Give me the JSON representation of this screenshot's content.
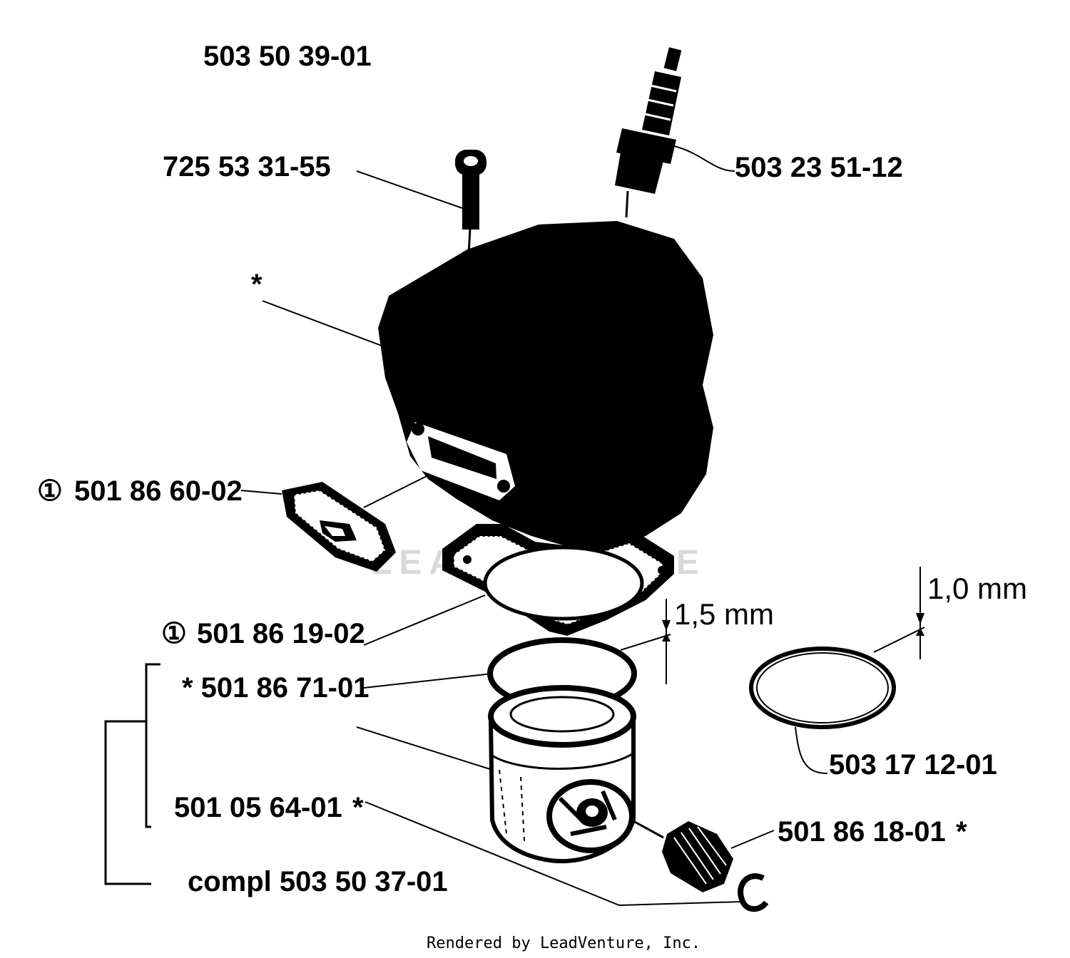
{
  "diagram": {
    "labels": {
      "assembly": "503 50 39-01",
      "bolt": "725 53 31-55",
      "spark_plug": "503 23 51-12",
      "cylinder": "*",
      "exhaust_gasket": "501 86 60-02",
      "cylinder_gasket": "501 86 19-02",
      "piston_ring_upper": "* 501 86 71-01",
      "piston_ring_right": "503 17 12-01",
      "piston": "501 05 64-01",
      "piston_star": "*",
      "bearing": "501 86 18-01",
      "bearing_star": "*",
      "complete": "compl 503 50 37-01",
      "dim_1_5": "1,5 mm",
      "dim_1_0": "1,0 mm",
      "circled_1": "①"
    },
    "watermark": "LEADVENTURE",
    "footer": "Rendered by LeadVenture, Inc."
  },
  "colors": {
    "ink": "#000000",
    "paper": "#ffffff",
    "watermark": "#d9d9d9"
  }
}
